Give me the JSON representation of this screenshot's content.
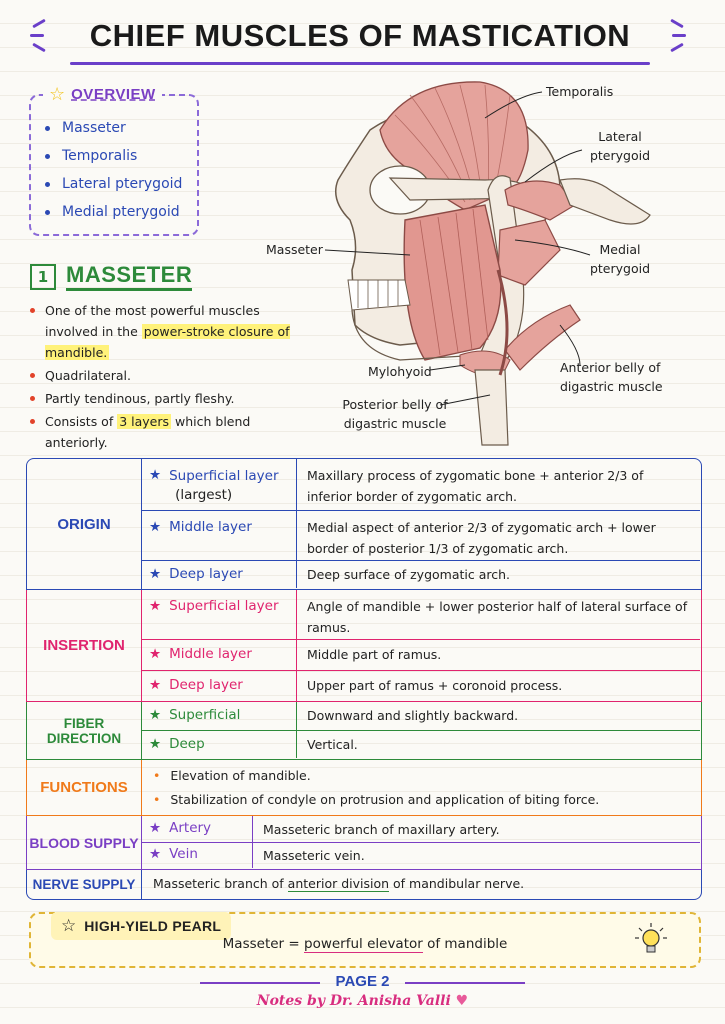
{
  "title": "CHIEF MUSCLES OF MASTICATION",
  "overview": {
    "heading": "OVERVIEW",
    "items": [
      "Masseter",
      "Temporalis",
      "Lateral pterygoid",
      "Medial pterygoid"
    ]
  },
  "section": {
    "number": "1",
    "title": "MASSETER",
    "bullets": {
      "b1_pre": "One of the most powerful muscles involved in the ",
      "b1_hl": "power-stroke closure of mandible.",
      "b2": "Quadrilateral.",
      "b3": "Partly tendinous, partly fleshy.",
      "b4_pre": "Consists of ",
      "b4_hl": "3 layers",
      "b4_post": " which blend anteriorly."
    }
  },
  "illustration_labels": {
    "temporalis": "Temporalis",
    "lateral_pterygoid": "Lateral pterygoid",
    "medial_pterygoid": "Medial pterygoid",
    "masseter": "Masseter",
    "anterior_belly": "Anterior belly of digastric muscle",
    "mylohyoid": "Mylohyoid",
    "posterior_belly": "Posterior belly of digastric muscle"
  },
  "table": {
    "origin": {
      "label": "ORIGIN",
      "color": "#2b49b4",
      "rows": [
        {
          "sub": "Superficial layer",
          "sub2": "(largest)",
          "desc": "Maxillary process of zygomatic bone + anterior 2/3 of inferior border of zygomatic arch."
        },
        {
          "sub": "Middle layer",
          "desc": "Medial aspect of anterior 2/3 of zygomatic arch + lower border of posterior 1/3 of zygomatic arch."
        },
        {
          "sub": "Deep layer",
          "desc": "Deep surface of zygomatic arch."
        }
      ]
    },
    "insertion": {
      "label": "INSERTION",
      "color": "#e0246e",
      "rows": [
        {
          "sub": "Superficial layer",
          "desc": "Angle of mandible + lower posterior half of lateral surface of ramus."
        },
        {
          "sub": "Middle layer",
          "desc": "Middle part of ramus."
        },
        {
          "sub": "Deep layer",
          "desc": "Upper part of ramus + coronoid process."
        }
      ]
    },
    "fiber": {
      "label": "FIBER DIRECTION",
      "color": "#2d8a3a",
      "rows": [
        {
          "sub": "Superficial",
          "desc": "Downward and slightly backward."
        },
        {
          "sub": "Deep",
          "desc": "Vertical."
        }
      ]
    },
    "functions": {
      "label": "FUNCTIONS",
      "color": "#f07a1a",
      "items": [
        "Elevation of mandible.",
        "Stabilization of condyle on protrusion and application of biting force."
      ]
    },
    "blood": {
      "label": "BLOOD SUPPLY",
      "color": "#7a3fc4",
      "rows": [
        {
          "sub": "Artery",
          "desc": "Masseteric branch of maxillary artery."
        },
        {
          "sub": "Vein",
          "desc": "Masseteric vein."
        }
      ]
    },
    "nerve": {
      "label": "NERVE SUPPLY",
      "color": "#2b49b4",
      "desc_pre": "Masseteric branch of ",
      "desc_ul": "anterior division",
      "desc_post": " of mandibular nerve."
    }
  },
  "pearl": {
    "heading": "HIGH-YIELD PEARL",
    "text_pre": "Masseter = ",
    "text_ul": "powerful elevator",
    "text_post": " of mandible"
  },
  "footer": {
    "page": "PAGE 2",
    "notes": "Notes by Dr. Anisha Valli"
  }
}
